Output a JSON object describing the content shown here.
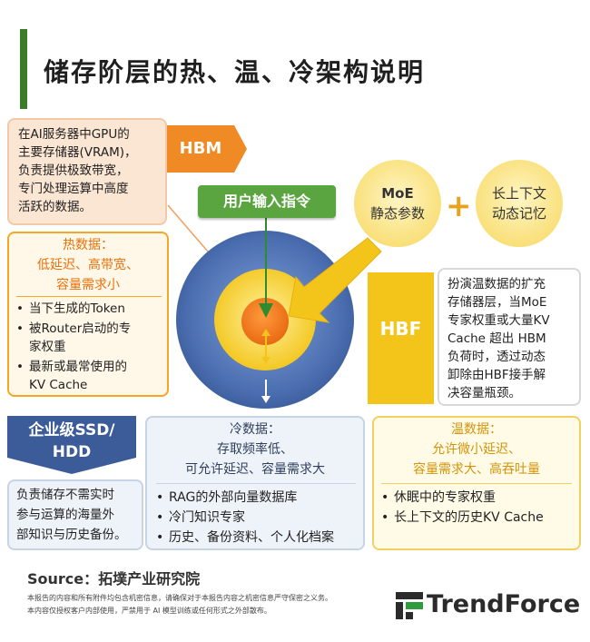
{
  "title": "储存阶层的热、温、冷架构说明",
  "hbm": {
    "tag": "HBM",
    "description": [
      "在AI服务器中GPU的",
      "主要存储器(VRAM)，",
      "负责提供极致带宽，",
      "专门处理运算中高度",
      "活跃的数据。"
    ]
  },
  "hot_data": {
    "heading": [
      "热数据：",
      "低延迟、高带宽、",
      "容量需求小"
    ],
    "items": [
      [
        "当下生成的Token"
      ],
      [
        "被Router启动的专",
        "家权重"
      ],
      [
        "最新或最常使用的",
        "KV Cache"
      ]
    ]
  },
  "user_input": "用户输入指令",
  "moe": [
    "MoE",
    "静态参数"
  ],
  "plus_sign": "+",
  "context": [
    "长上下文",
    "动态记忆"
  ],
  "hbf": {
    "tag": "HBF",
    "description": [
      "扮演温数据的扩充",
      "存储器层，当MoE",
      "专家权重或大量KV",
      "Cache 超出 HBM",
      "负荷时，透过动态",
      "卸除由HBF接手解",
      "决容量瓶颈。"
    ]
  },
  "ssd": {
    "tag": [
      "企业级SSD/",
      "HDD"
    ],
    "description": [
      "负责储存不需实时",
      "参与运算的海量外",
      "部知识与历史备份。"
    ]
  },
  "cold_data": {
    "heading": [
      "冷数据：",
      "存取频率低、",
      "可允许延迟、容量需求大"
    ],
    "items": [
      "RAG的外部向量数据库",
      "冷门知识专家",
      "历史、备份资料、个人化档案"
    ]
  },
  "warm_data": {
    "heading": [
      "温数据：",
      "允许微小延迟、",
      "容量需求大、高吞吐量"
    ],
    "items": [
      "休眠中的专家权重",
      "长上下文的历史KV Cache"
    ]
  },
  "source": "Source：拓墣产业研究院",
  "disclaimer": [
    "本报告的内容和所有附件均包含机密信息，请确保对于本报告内容之机密信息严守保密之义务。",
    "本内容仅授权客户内部使用，严禁用于 AI 模型训练或任何形式之外部散布。"
  ],
  "logo_text": "TrendForce",
  "colors": {
    "green": "#3d7d2a",
    "orange": "#f08a24",
    "yellow": "#f3c51b",
    "navy": "#3b5c99"
  }
}
